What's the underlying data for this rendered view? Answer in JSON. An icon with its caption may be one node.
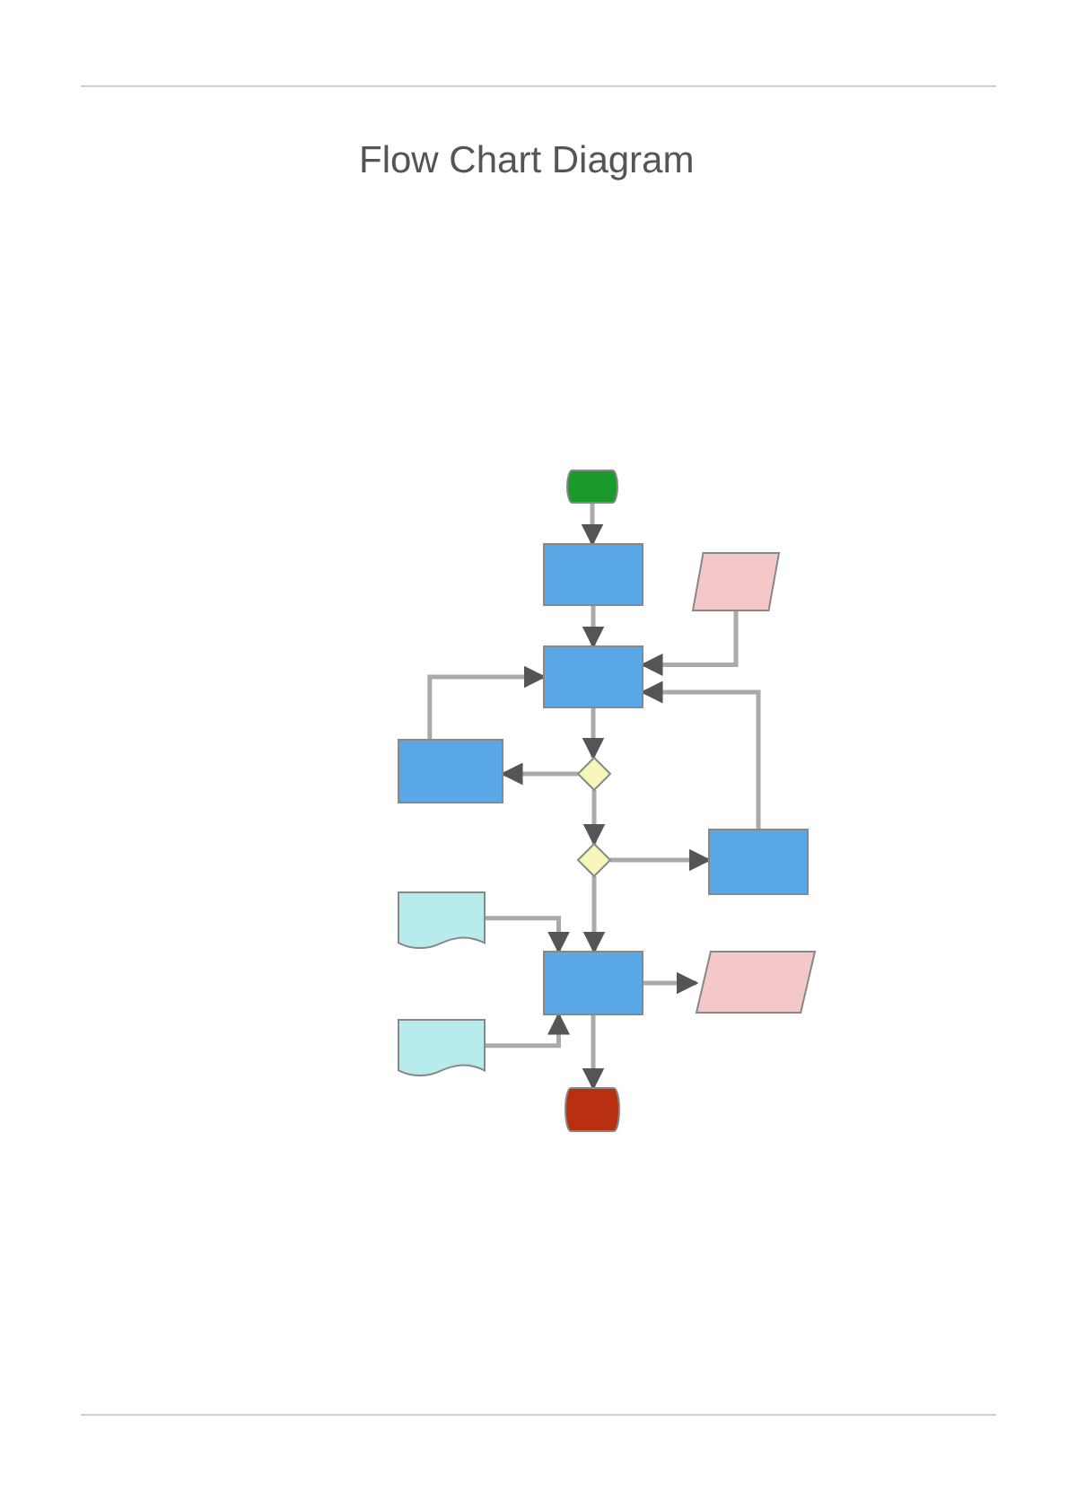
{
  "diagram": {
    "title": "Flow Chart Diagram",
    "nodes": [
      {
        "text": [],
        "shape": "oval"
      },
      {
        "text": [],
        "shape": "box"
      },
      {
        "text": [],
        "shape": "box"
      },
      {
        "text": [],
        "shape": "parallelogram"
      },
      {
        "text": [],
        "shape": "box"
      },
      {
        "text": [],
        "shape": "diamond"
      },
      {
        "text": [],
        "shape": "diamond"
      },
      {
        "text": [],
        "shape": "box"
      },
      {
        "text": [],
        "shape": "document"
      },
      {
        "text": [],
        "shape": "box"
      },
      {
        "text": [],
        "shape": "parallelogram"
      },
      {
        "text": [],
        "shape": "document"
      },
      {
        "text": [],
        "shape": "oval"
      }
    ],
    "edges": [
      {
        "from": 0,
        "to": 1,
        "arrow": "to"
      },
      {
        "from": 1,
        "to": 2,
        "arrow": "to"
      },
      {
        "from": 3,
        "to": 2,
        "arrow": "to"
      },
      {
        "from": 4,
        "to": 2,
        "arrow": "to"
      },
      {
        "from": 7,
        "to": 2,
        "arrow": "to"
      },
      {
        "from": 2,
        "to": 5,
        "arrow": "to"
      },
      {
        "from": 5,
        "to": 4,
        "arrow": "to"
      },
      {
        "from": 5,
        "to": 6,
        "arrow": "to"
      },
      {
        "from": 6,
        "to": 7,
        "arrow": "to"
      },
      {
        "from": 6,
        "to": 9,
        "arrow": "to"
      },
      {
        "from": 8,
        "to": 9,
        "arrow": "to"
      },
      {
        "from": 11,
        "to": 9,
        "arrow": "to"
      },
      {
        "from": 9,
        "to": 10,
        "arrow": "to"
      },
      {
        "from": 9,
        "to": 12,
        "arrow": "to"
      }
    ]
  }
}
